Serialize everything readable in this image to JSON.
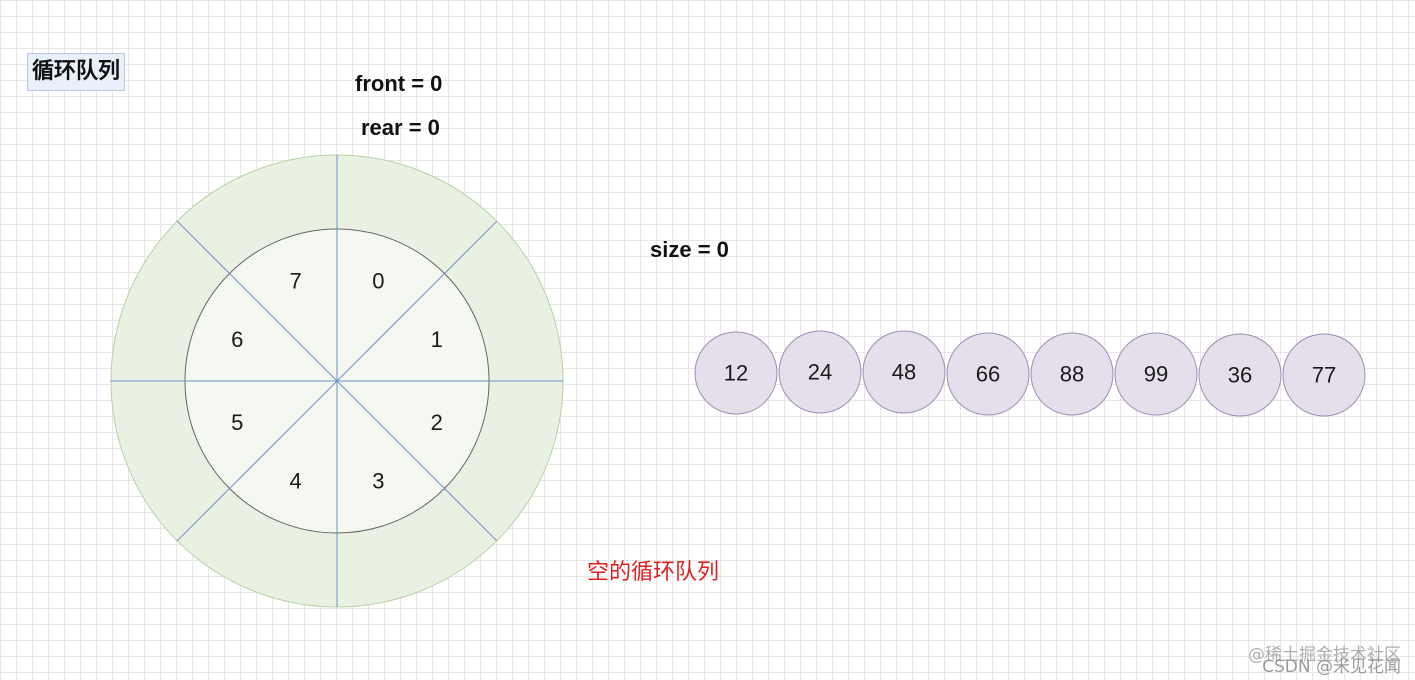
{
  "title": "循环队列",
  "front_label": "front = 0",
  "rear_label": "rear = 0",
  "size_label": "size = 0",
  "ring": {
    "slots": [
      "0",
      "1",
      "2",
      "3",
      "4",
      "5",
      "6",
      "7"
    ],
    "outer_fill": "#e9f1e3",
    "outer_stroke": "#b9d0a8",
    "inner_fill": "#f4f8f0",
    "inner_stroke": "#666666",
    "line_color": "#6d8fc9"
  },
  "elements": [
    "12",
    "24",
    "48",
    "66",
    "88",
    "99",
    "36",
    "77"
  ],
  "element_fill": "#e5dfec",
  "element_stroke": "#9e8fb5",
  "caption": "空的循环队列",
  "caption_color": "#e02020",
  "watermark_line1": "@稀土掘金技术社区",
  "watermark_line2": "CSDN @米见花闻"
}
